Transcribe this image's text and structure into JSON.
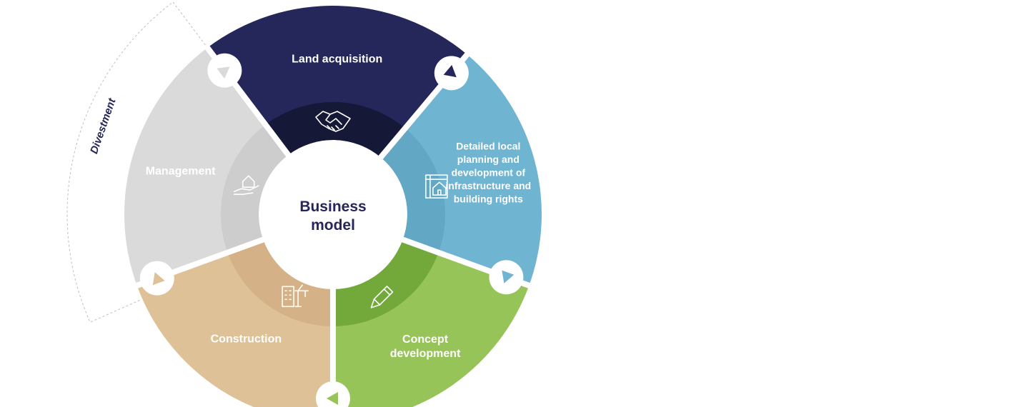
{
  "center": {
    "line1": "Business",
    "line2": "model"
  },
  "divestment_label": "Divestment",
  "segments": [
    {
      "name": "land-acquisition",
      "lines": [
        "Land acquisition"
      ],
      "color": "#25265a",
      "inner_color": "#161838",
      "icon": "handshake-icon"
    },
    {
      "name": "detailed-local-planning",
      "lines": [
        "Detailed local",
        "planning and",
        "development of",
        "infrastructure and",
        "building rights"
      ],
      "color": "#6fb4d0",
      "inner_color": "#62a7c4",
      "icon": "house-blueprint-icon"
    },
    {
      "name": "concept-development",
      "lines": [
        "Concept",
        "development"
      ],
      "color": "#96c459",
      "inner_color": "#72a93a",
      "icon": "pen-icon"
    },
    {
      "name": "construction",
      "lines": [
        "Construction"
      ],
      "color": "#dfc198",
      "inner_color": "#d4b186",
      "icon": "building-crane-icon"
    },
    {
      "name": "management",
      "lines": [
        "Management"
      ],
      "color": "#dadada",
      "inner_color": "#cdcdcd",
      "icon": "house-in-hand-icon"
    }
  ]
}
